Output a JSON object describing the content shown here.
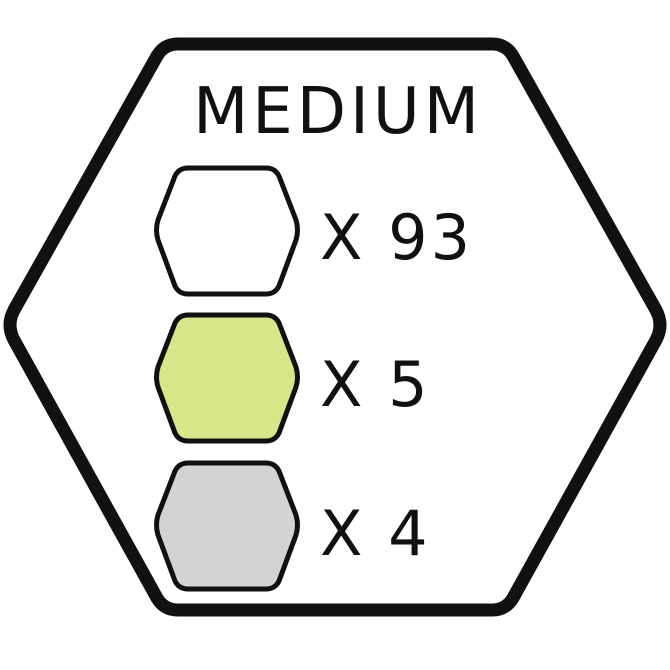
{
  "difficulty": {
    "title": "MEDIUM"
  },
  "tiles": [
    {
      "kind": "plain-tile",
      "color": "#ffffff",
      "count_text": "X 93",
      "count": 93
    },
    {
      "kind": "green-tile",
      "color": "#d6e78a",
      "count_text": "X 5",
      "count": 5
    },
    {
      "kind": "gray-tile",
      "color": "#d3d3d3",
      "count_text": "X 4",
      "count": 4
    }
  ],
  "colors": {
    "outline": "#111111",
    "background": "#ffffff"
  }
}
